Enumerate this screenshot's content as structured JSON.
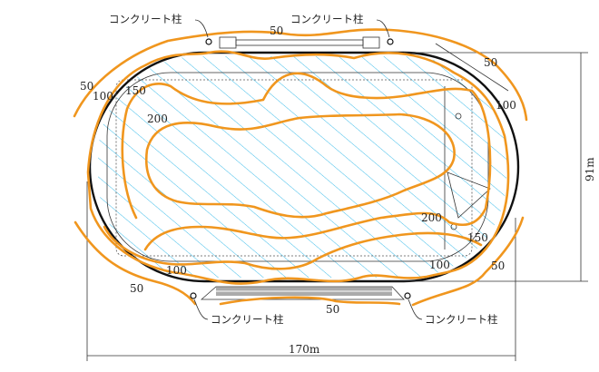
{
  "diagram": {
    "post_label": "コンクリート柱",
    "posts": [
      {
        "label": "コンクリート柱"
      },
      {
        "label": "コンクリート柱"
      },
      {
        "label": "コンクリート柱"
      },
      {
        "label": "コンクリート柱"
      }
    ],
    "contour_labels": {
      "c50": [
        "50",
        "50",
        "50",
        "50",
        "50",
        "50"
      ],
      "c100": [
        "100",
        "100",
        "100",
        "100"
      ],
      "c150": [
        "150",
        "150"
      ],
      "c200": [
        "200",
        "200"
      ]
    },
    "dimensions": {
      "width": "170m",
      "height": "91m"
    },
    "colors": {
      "contour": "#f0961e",
      "hatch": "#29b6e8"
    }
  }
}
